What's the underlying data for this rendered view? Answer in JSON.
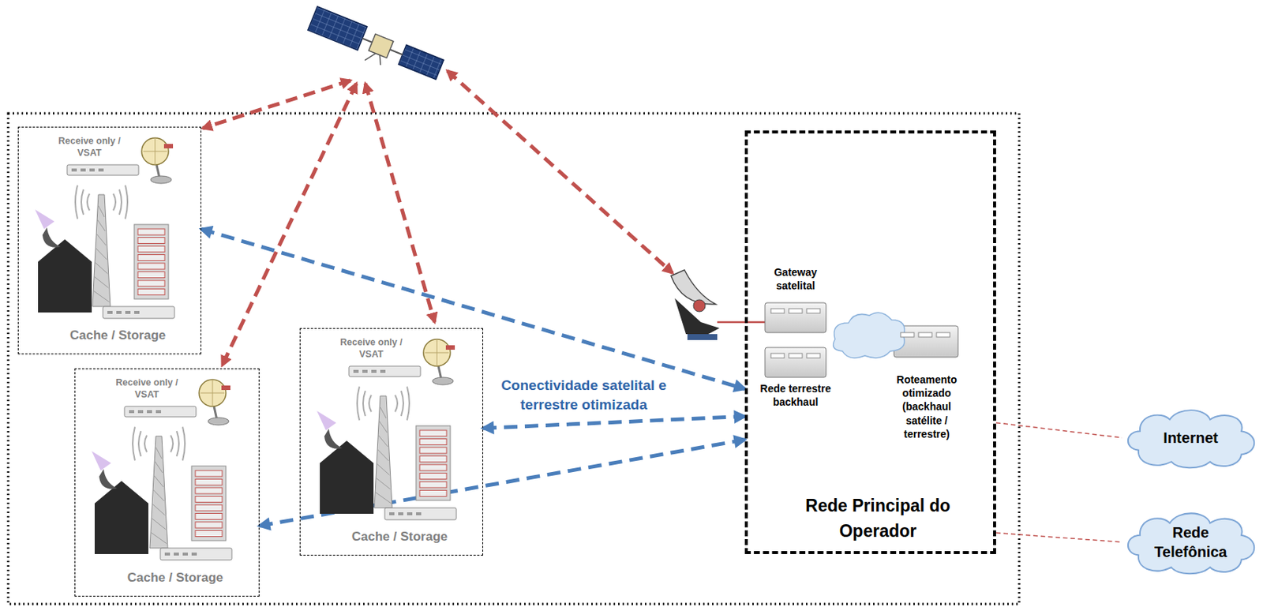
{
  "diagram": {
    "nodes": [
      {
        "text": [
          "Receive only / VSAT",
          "Cache / Storage"
        ]
      },
      {
        "text": [
          "Receive only / VSAT",
          "Cache / Storage"
        ]
      },
      {
        "text": [
          "Receive only / VSAT",
          "Cache / Storage"
        ]
      },
      {
        "text": [
          "Rede Principal do Operador"
        ]
      },
      {
        "text": [
          "Internet"
        ]
      },
      {
        "text": [
          "Rede Telefônica"
        ]
      }
    ],
    "edges": [
      {
        "from": 0,
        "to": 3,
        "arrow": "both"
      },
      {
        "from": 2,
        "to": 3,
        "label": "Conectividade satelital e terrestre otimizada",
        "arrow": "both"
      },
      {
        "from": 1,
        "to": 3,
        "arrow": "both"
      },
      {
        "from": 3,
        "to": 4,
        "arrow": "none"
      },
      {
        "from": 3,
        "to": 5,
        "arrow": "none"
      }
    ],
    "labels": [
      "Gateway satelital",
      "Rede terrestre backhaul",
      "Roteamento otimizado (backhaul satélite / terrestre)"
    ]
  }
}
